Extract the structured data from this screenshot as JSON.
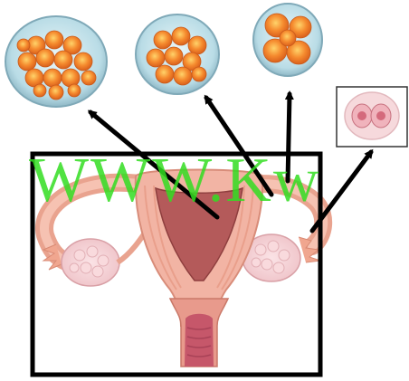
{
  "figure": {
    "watermark_text": "WWW.Kw",
    "stages": [
      {
        "name": "morula-large"
      },
      {
        "name": "morula"
      },
      {
        "name": "four-cell"
      },
      {
        "name": "two-cell-zygote"
      }
    ],
    "colors": {
      "frame": "#000000",
      "watermark": "#33dd22",
      "cell": "#f39a3a",
      "zona": "#bfe0ea",
      "uterus_outer": "#f2b4a4",
      "uterus_inner": "#b45a5a",
      "ovary": "#f4c8c8",
      "arrow": "#000000"
    }
  }
}
